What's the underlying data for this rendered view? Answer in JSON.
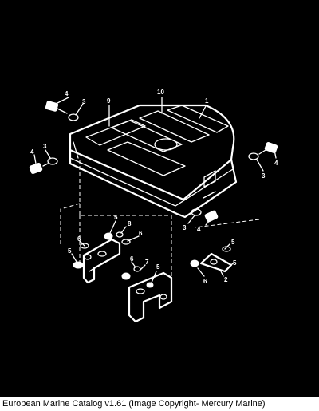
{
  "caption": "European Marine Catalog v1.61 (Image Copyright- Mercury Marine)",
  "callouts": [
    "1",
    "2",
    "3",
    "4",
    "5",
    "6",
    "7",
    "8",
    "9",
    "10"
  ],
  "colors": {
    "background": "#000000",
    "linework": "#ffffff",
    "caption_bar": "#ffffff",
    "caption_text": "#000000"
  }
}
